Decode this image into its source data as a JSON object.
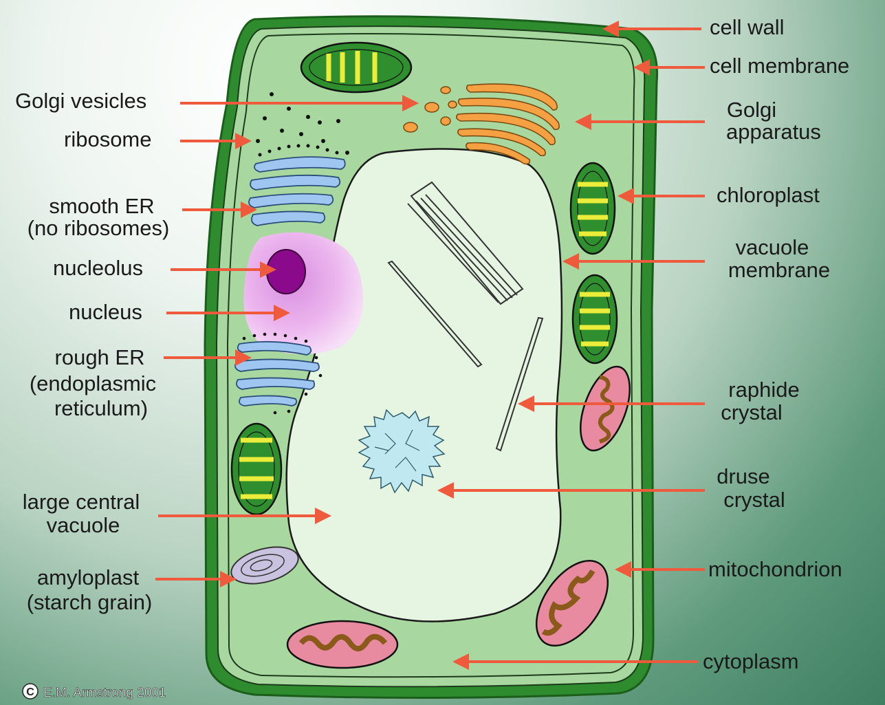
{
  "labels": {
    "cell_wall": "cell wall",
    "cell_membrane": "cell membrane",
    "golgi_vesicles": "Golgi vesicles",
    "golgi_apparatus_1": "Golgi",
    "golgi_apparatus_2": "apparatus",
    "ribosome": "ribosome",
    "chloroplast": "chloroplast",
    "smooth_er_1": "smooth ER",
    "smooth_er_2": "(no ribosomes)",
    "vacuole_membrane_1": "vacuole",
    "vacuole_membrane_2": "membrane",
    "nucleolus": "nucleolus",
    "nucleus": "nucleus",
    "rough_er_1": "rough ER",
    "rough_er_2": "(endoplasmic",
    "rough_er_3": "reticulum)",
    "raphide_1": "raphide",
    "raphide_2": "crystal",
    "druse_1": "druse",
    "druse_2": "crystal",
    "large_vacuole_1": "large central",
    "large_vacuole_2": "vacuole",
    "amyloplast_1": "amyloplast",
    "amyloplast_2": "(starch grain)",
    "mitochondrion": "mitochondrion",
    "cytoplasm": "cytoplasm"
  },
  "credit": "E.M. Armstrong 2001",
  "colors": {
    "cell_wall": "#2e8b2e",
    "cytoplasm": "#a8d8a0",
    "vacuole": "#e6f5e2",
    "arrow": "#f05a3c",
    "nucleus": "#e9a6e6",
    "nucleolus": "#8b0a8b",
    "er": "#9ec6f0",
    "golgi": "#f5a043",
    "chloroplast_green": "#2f8f2f",
    "chloroplast_yellow": "#ecec3a",
    "mitochondrion": "#e88aa0",
    "mitochondrion_cristae": "#c08a3a",
    "druse": "#bfe8f0",
    "amyloplast": "#c9c3e0"
  }
}
